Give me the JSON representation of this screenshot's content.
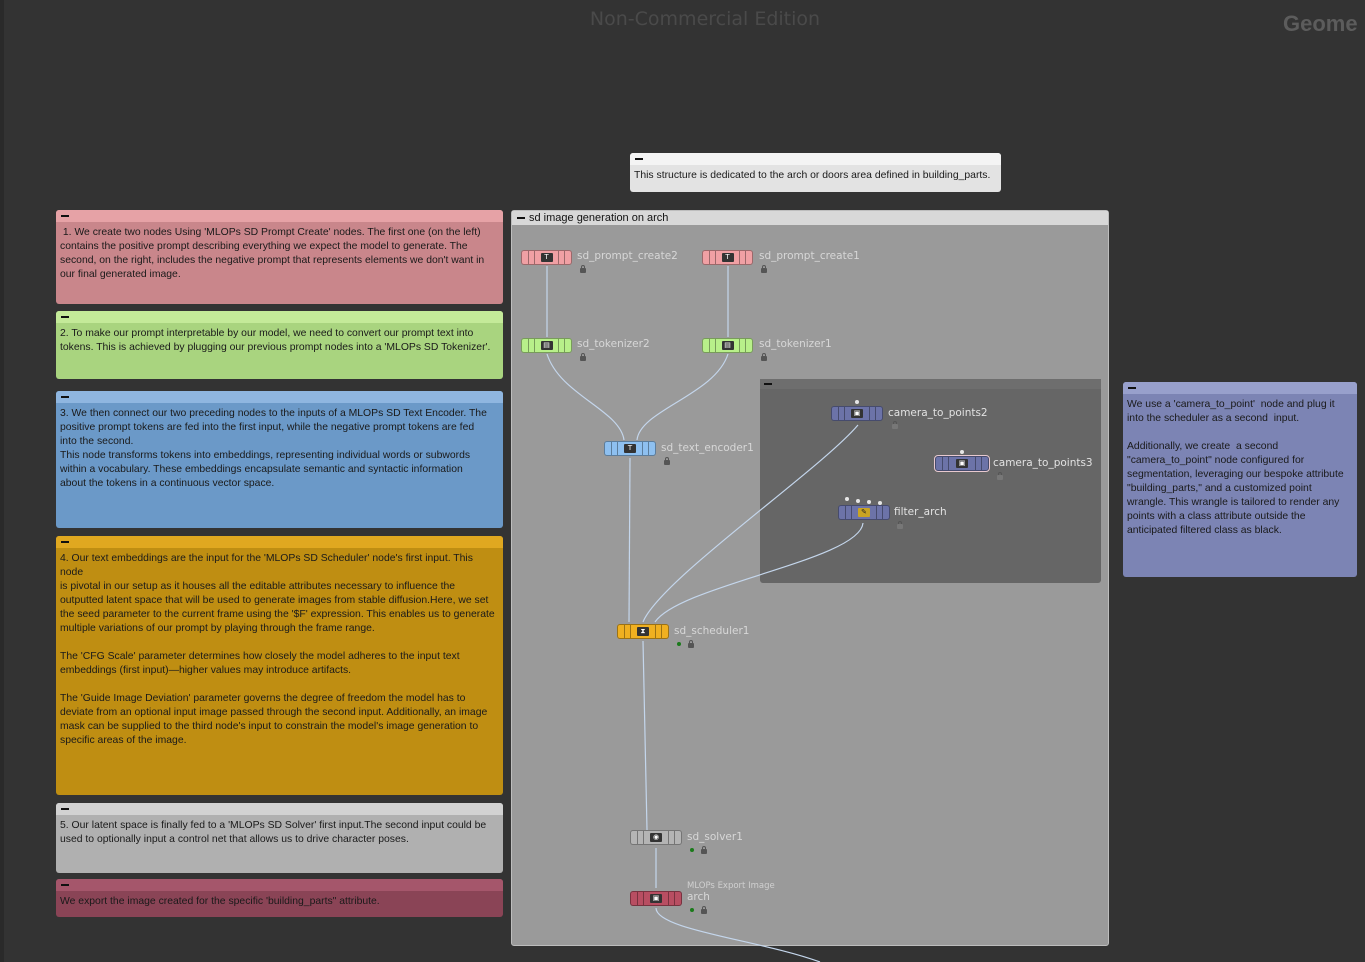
{
  "watermark": "Non-Commercial Edition",
  "context_label": "Geome",
  "notes": [
    {
      "id": "prompt",
      "text": " 1. We create two nodes Using 'MLOPs SD Prompt Create' nodes. The first one (on the left)\ncontains the positive prompt describing everything we expect the model to generate. The\nsecond, on the right, includes the negative prompt that represents elements we don't want in\nour final generated image."
    },
    {
      "id": "tokenizer",
      "text": "2. To make our prompt interpretable by our model, we need to convert our prompt text into\ntokens. This is achieved by plugging our previous prompt nodes into a 'MLOPs SD Tokenizer'."
    },
    {
      "id": "encoder",
      "text": "3. We then connect our two preceding nodes to the inputs of a MLOPs SD Text Encoder. The\npositive prompt tokens are fed into the first input, while the negative prompt tokens are fed\ninto the second.\nThis node transforms tokens into embeddings, representing individual words or subwords\nwithin a vocabulary. These embeddings encapsulate semantic and syntactic information\nabout the tokens in a continuous vector space."
    },
    {
      "id": "scheduler",
      "text": "4. Our text embeddings are the input for the 'MLOPs SD Scheduler' node's first input. This node\nis pivotal in our setup as it houses all the editable attributes necessary to influence the\noutputted latent space that will be used to generate images from stable diffusion.Here, we set\nthe seed parameter to the current frame using the '$F' expression. This enables us to generate\nmultiple variations of our prompt by playing through the frame range.\n\nThe 'CFG Scale' parameter determines how closely the model adheres to the input text\nembeddings (first input)—higher values may introduce artifacts.\n\nThe 'Guide Image Deviation' parameter governs the degree of freedom the model has to\ndeviate from an optional input image passed through the second input. Additionally, an image\nmask can be supplied to the third node's input to constrain the model's image generation to\nspecific areas of the image."
    },
    {
      "id": "solver",
      "text": "5. Our latent space is finally fed to a 'MLOPs SD Solver' first input.The second input could be\nused to optionally input a control net that allows us to drive character poses."
    },
    {
      "id": "export",
      "text": "We export the image created for the specific 'building_parts\" attribute."
    },
    {
      "id": "structure",
      "text": "This structure is dedicated to the arch or doors area defined in building_parts."
    },
    {
      "id": "camera",
      "text": "We use a 'camera_to_point'  node and plug it\ninto the scheduler as a second  input.\n\nAdditionally, we create  a second\n\"camera_to_point\" node configured for\nsegmentation, leveraging our bespoke attribute\n\"building_parts,\" and a customized point\nwrangle. This wrangle is tailored to render any\npoints with a class attribute outside the\nanticipated filtered class as black."
    }
  ],
  "network_box": {
    "title": "sd image generation on arch"
  },
  "nodes": [
    {
      "id": "sd_prompt_create2",
      "label": "sd_prompt_create2",
      "color": "#f0a0a4",
      "icon": "prompt-icon"
    },
    {
      "id": "sd_prompt_create1",
      "label": "sd_prompt_create1",
      "color": "#f0a0a4",
      "icon": "prompt-icon"
    },
    {
      "id": "sd_tokenizer2",
      "label": "sd_tokenizer2",
      "color": "#b8f08a",
      "icon": "tokenizer-icon"
    },
    {
      "id": "sd_tokenizer1",
      "label": "sd_tokenizer1",
      "color": "#b8f08a",
      "icon": "tokenizer-icon"
    },
    {
      "id": "sd_text_encoder1",
      "label": "sd_text_encoder1",
      "color": "#8ec0f0",
      "icon": "text-encoder-icon"
    },
    {
      "id": "sd_scheduler1",
      "label": "sd_scheduler1",
      "color": "#f0b020",
      "icon": "scheduler-icon"
    },
    {
      "id": "sd_solver1",
      "label": "sd_solver1",
      "color": "#b4b4b4",
      "icon": "solver-icon"
    },
    {
      "id": "export_arch",
      "label": "arch",
      "sublabel": "MLOPs Export Image",
      "color": "#b84e62",
      "icon": "export-image-icon"
    },
    {
      "id": "camera_to_points2",
      "label": "camera_to_points2",
      "color": "#6c73a8",
      "icon": "camera-icon"
    },
    {
      "id": "camera_to_points3",
      "label": "camera_to_points3",
      "color": "#6c73a8",
      "icon": "camera-icon"
    },
    {
      "id": "filter_arch",
      "label": "filter_arch",
      "color": "#6c73a8",
      "icon": "wrangle-icon"
    }
  ],
  "colors": {
    "background": "#333333",
    "network_box": "#9a9a9a",
    "wire": "#c4d6ec"
  }
}
